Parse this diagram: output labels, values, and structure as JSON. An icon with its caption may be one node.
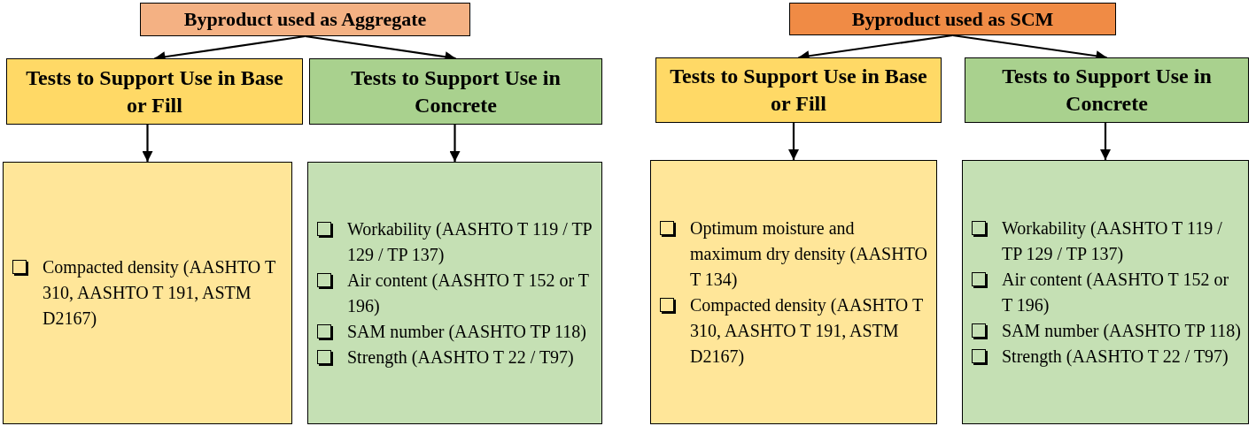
{
  "diagram": {
    "nodes": [
      {
        "text": [
          "Byproduct used as Aggregate"
        ]
      },
      {
        "text": [
          "Tests to Support Use in Base or Fill"
        ]
      },
      {
        "text": [
          "Tests to Support Use in Concrete"
        ]
      },
      {
        "text": [
          "Compacted density (AASHTO T 310, AASHTO T 191, ASTM D2167)"
        ]
      },
      {
        "text": [
          "Workability (AASHTO T 119 / TP 129 / TP 137)",
          "Air content (AASHTO T 152 or T 196)",
          "SAM number (AASHTO TP 118)",
          "Strength (AASHTO T 22 / T97)"
        ]
      },
      {
        "text": [
          "Byproduct used as SCM"
        ]
      },
      {
        "text": [
          "Tests to Support Use in Base or Fill"
        ]
      },
      {
        "text": [
          "Tests to Support Use in Concrete"
        ]
      },
      {
        "text": [
          "Optimum moisture and maximum dry density (AASHTO T 134)",
          "Compacted density (AASHTO T 310, AASHTO T 191, ASTM D2167)"
        ]
      },
      {
        "text": [
          "Workability (AASHTO T 119 / TP 129 / TP 137)",
          "Air content (AASHTO T 152 or T 196)",
          "SAM number (AASHTO TP 118)",
          "Strength (AASHTO T 22 / T97)"
        ]
      }
    ],
    "edges": [
      {
        "from": 0,
        "to": 1,
        "arrow": "to"
      },
      {
        "from": 0,
        "to": 2,
        "arrow": "to"
      },
      {
        "from": 1,
        "to": 3,
        "arrow": "to"
      },
      {
        "from": 2,
        "to": 4,
        "arrow": "to"
      },
      {
        "from": 5,
        "to": 6,
        "arrow": "to"
      },
      {
        "from": 5,
        "to": 7,
        "arrow": "to"
      },
      {
        "from": 6,
        "to": 8,
        "arrow": "to"
      },
      {
        "from": 7,
        "to": 9,
        "arrow": "to"
      }
    ]
  }
}
